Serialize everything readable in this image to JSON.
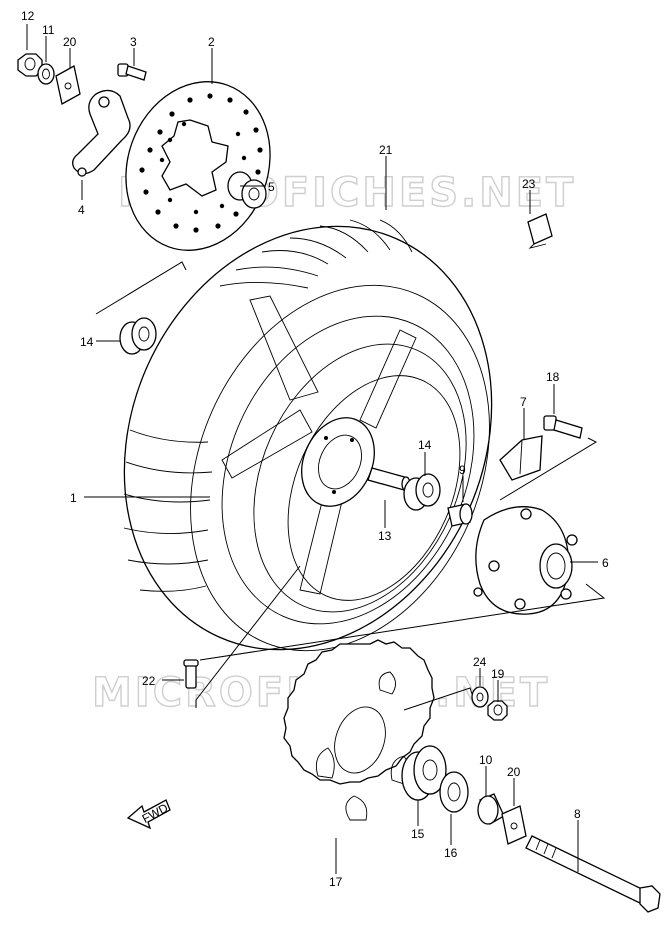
{
  "watermark": {
    "upper": "MICROFICHES.NET",
    "lower": "MICROFICHES.NET"
  },
  "fwd_arrow": {
    "label": "FWD"
  },
  "callouts": [
    {
      "id": "c12",
      "label": "12"
    },
    {
      "id": "c11",
      "label": "11"
    },
    {
      "id": "c20a",
      "label": "20"
    },
    {
      "id": "c3",
      "label": "3"
    },
    {
      "id": "c2",
      "label": "2"
    },
    {
      "id": "c4",
      "label": "4"
    },
    {
      "id": "c5",
      "label": "5"
    },
    {
      "id": "c21",
      "label": "21"
    },
    {
      "id": "c23",
      "label": "23"
    },
    {
      "id": "c14a",
      "label": "14"
    },
    {
      "id": "c18",
      "label": "18"
    },
    {
      "id": "c7",
      "label": "7"
    },
    {
      "id": "c14b",
      "label": "14"
    },
    {
      "id": "c9",
      "label": "9"
    },
    {
      "id": "c1",
      "label": "1"
    },
    {
      "id": "c13",
      "label": "13"
    },
    {
      "id": "c6",
      "label": "6"
    },
    {
      "id": "c22",
      "label": "22"
    },
    {
      "id": "c24",
      "label": "24"
    },
    {
      "id": "c19",
      "label": "19"
    },
    {
      "id": "c10",
      "label": "10"
    },
    {
      "id": "c20b",
      "label": "20"
    },
    {
      "id": "c8",
      "label": "8"
    },
    {
      "id": "c15",
      "label": "15"
    },
    {
      "id": "c16",
      "label": "16"
    },
    {
      "id": "c17",
      "label": "17"
    }
  ]
}
